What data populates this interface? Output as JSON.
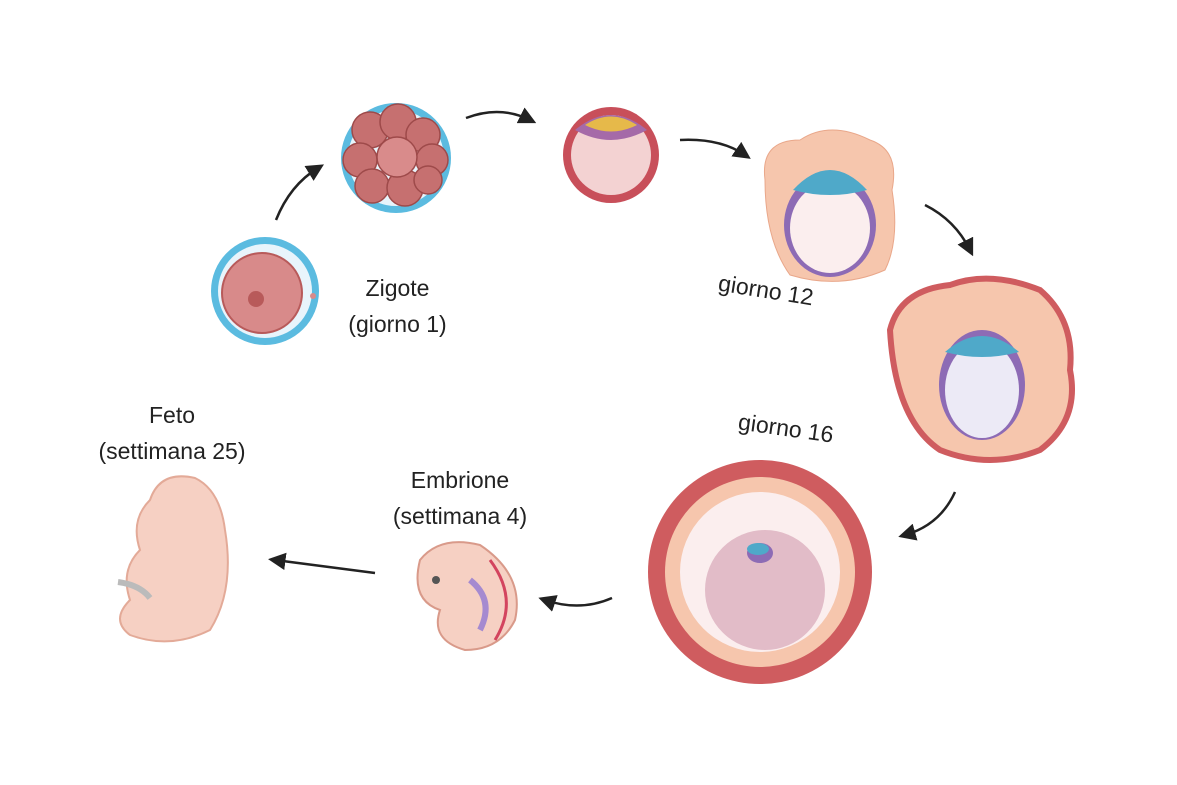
{
  "labels": {
    "zygote": {
      "title": "Zigote",
      "sub": "(giorno 1)"
    },
    "day12": "giorno 12",
    "day16": "giorno 16",
    "embryo": {
      "title": "Embrione",
      "sub": "(settimana 4)"
    },
    "fetus": {
      "title": "Feto",
      "sub": "(settimana 25)"
    }
  },
  "colors": {
    "zona": "#5bbbe0",
    "cell": "#d88a8a",
    "cell_dark": "#b85a5a",
    "trophoblast": "#c84f5a",
    "icm": "#e6b94a",
    "epiblast": "#4fa9c9",
    "hypoblast": "#8d6bb5",
    "tissue": "#f6c6ad",
    "decidua": "#cf5c5f",
    "fetus": "#f6d0c3",
    "arrow": "#222222"
  }
}
